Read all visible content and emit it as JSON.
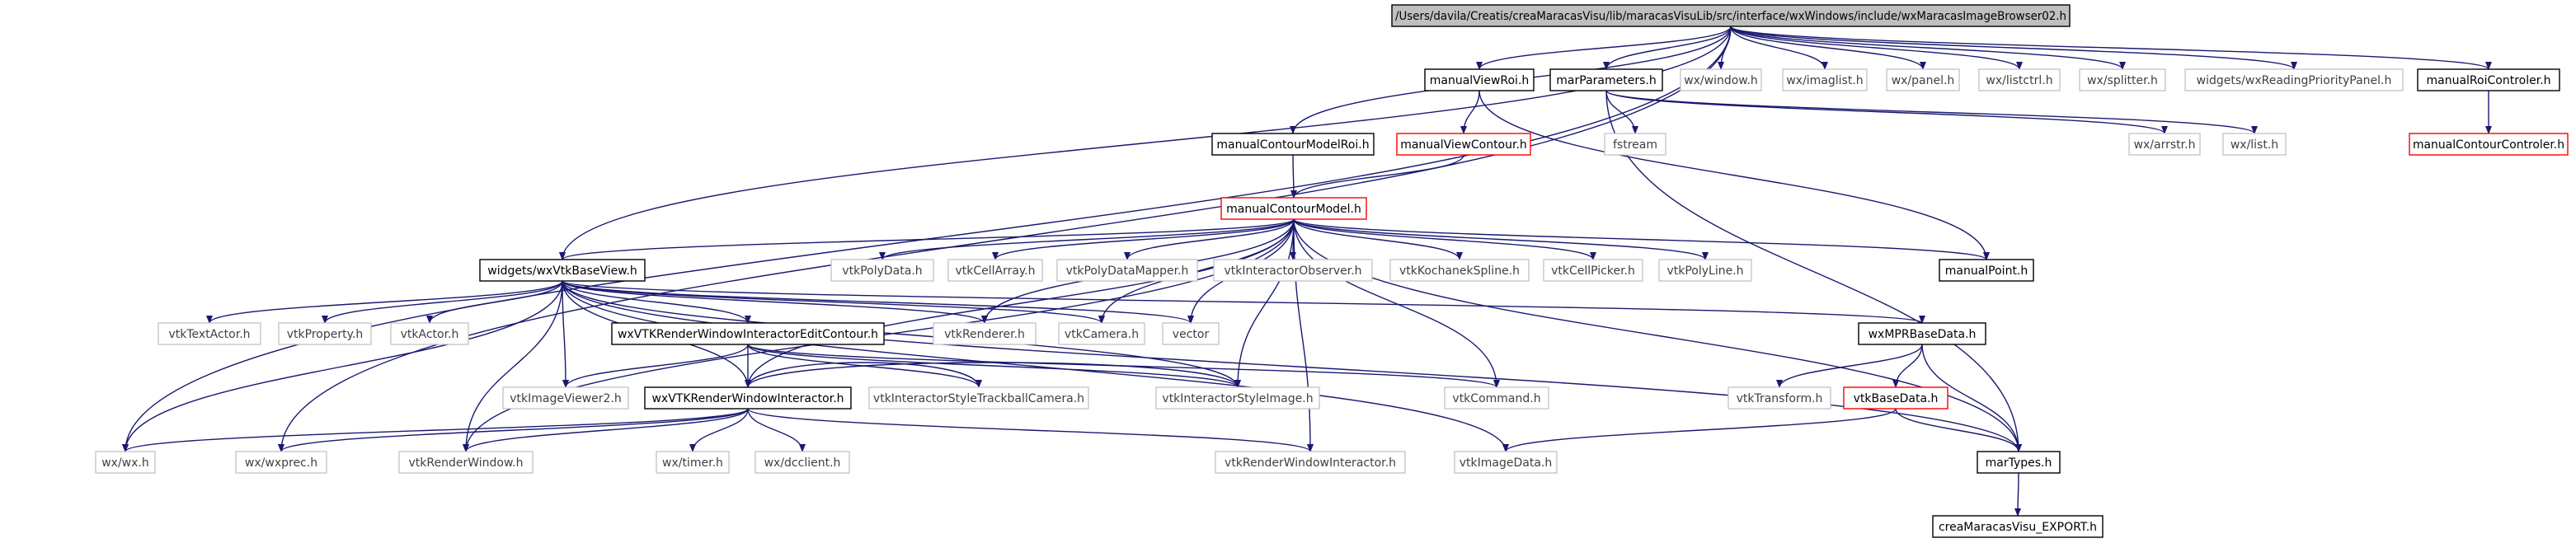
{
  "graph": {
    "colors": {
      "edge": "#191970",
      "border_default": "#bfbfbf",
      "border_doc": "#000000",
      "border_truncated": "#ff0000",
      "text_default": "#404040",
      "text_doc": "#000000",
      "root_fill": "#bfbfbf"
    },
    "nodes": [
      {
        "id": "root",
        "label": "/Users/davila/Creatis/creaMaracasVisu/lib/maracasVisuLib/src/interface/wxWindows/include/wxMaracasImageBrowser02.h",
        "kind": "root"
      },
      {
        "id": "manualViewRoi",
        "label": "manualViewRoi.h",
        "kind": "doc"
      },
      {
        "id": "marParameters",
        "label": "marParameters.h",
        "kind": "doc"
      },
      {
        "id": "wxwindow",
        "label": "wx/window.h",
        "kind": "default"
      },
      {
        "id": "wximaglist",
        "label": "wx/imaglist.h",
        "kind": "default"
      },
      {
        "id": "wxpanel",
        "label": "wx/panel.h",
        "kind": "default"
      },
      {
        "id": "wxlistctrl",
        "label": "wx/listctrl.h",
        "kind": "default"
      },
      {
        "id": "wxsplitter",
        "label": "wx/splitter.h",
        "kind": "default"
      },
      {
        "id": "wxReadingPriority",
        "label": "widgets/wxReadingPriorityPanel.h",
        "kind": "default"
      },
      {
        "id": "manualRoiControler",
        "label": "manualRoiControler.h",
        "kind": "doc"
      },
      {
        "id": "manualViewContour",
        "label": "manualViewContour.h",
        "kind": "truncated"
      },
      {
        "id": "fstream",
        "label": "fstream",
        "kind": "default"
      },
      {
        "id": "wxarrstr",
        "label": "wx/arrstr.h",
        "kind": "default"
      },
      {
        "id": "wxlist",
        "label": "wx/list.h",
        "kind": "default"
      },
      {
        "id": "manualContourControler",
        "label": "manualContourControler.h",
        "kind": "truncated"
      },
      {
        "id": "manualContourModelRoi",
        "label": "manualContourModelRoi.h",
        "kind": "doc"
      },
      {
        "id": "manualContourModel",
        "label": "manualContourModel.h",
        "kind": "truncated"
      },
      {
        "id": "wxVtkBaseView",
        "label": "widgets/wxVtkBaseView.h",
        "kind": "doc"
      },
      {
        "id": "vtkPolyData",
        "label": "vtkPolyData.h",
        "kind": "default"
      },
      {
        "id": "vtkCellArray",
        "label": "vtkCellArray.h",
        "kind": "default"
      },
      {
        "id": "vtkPolyDataMapper",
        "label": "vtkPolyDataMapper.h",
        "kind": "default"
      },
      {
        "id": "vtkInteractorObserver",
        "label": "vtkInteractorObserver.h",
        "kind": "default"
      },
      {
        "id": "vtkKochanekSpline",
        "label": "vtkKochanekSpline.h",
        "kind": "default"
      },
      {
        "id": "vtkCellPicker",
        "label": "vtkCellPicker.h",
        "kind": "default"
      },
      {
        "id": "vtkPolyLine",
        "label": "vtkPolyLine.h",
        "kind": "default"
      },
      {
        "id": "manualPoint",
        "label": "manualPoint.h",
        "kind": "doc"
      },
      {
        "id": "vtkTextActor",
        "label": "vtkTextActor.h",
        "kind": "default"
      },
      {
        "id": "vtkProperty",
        "label": "vtkProperty.h",
        "kind": "default"
      },
      {
        "id": "vtkActor",
        "label": "vtkActor.h",
        "kind": "default"
      },
      {
        "id": "wxVTKRWIEditContour",
        "label": "wxVTKRenderWindowInteractorEditContour.h",
        "kind": "doc"
      },
      {
        "id": "vtkRenderer",
        "label": "vtkRenderer.h",
        "kind": "default"
      },
      {
        "id": "vtkCamera",
        "label": "vtkCamera.h",
        "kind": "default"
      },
      {
        "id": "vector",
        "label": "vector",
        "kind": "default"
      },
      {
        "id": "wxMPRBaseData",
        "label": "wxMPRBaseData.h",
        "kind": "doc"
      },
      {
        "id": "vtkImageViewer2",
        "label": "vtkImageViewer2.h",
        "kind": "default"
      },
      {
        "id": "wxVTKRWI",
        "label": "wxVTKRenderWindowInteractor.h",
        "kind": "doc"
      },
      {
        "id": "vtkISTrackballCamera",
        "label": "vtkInteractorStyleTrackballCamera.h",
        "kind": "default"
      },
      {
        "id": "vtkInteractorStyleImage",
        "label": "vtkInteractorStyleImage.h",
        "kind": "default"
      },
      {
        "id": "vtkCommand",
        "label": "vtkCommand.h",
        "kind": "default"
      },
      {
        "id": "vtkTransform",
        "label": "vtkTransform.h",
        "kind": "default"
      },
      {
        "id": "vtkBaseData",
        "label": "vtkBaseData.h",
        "kind": "truncated"
      },
      {
        "id": "wxwx",
        "label": "wx/wx.h",
        "kind": "default"
      },
      {
        "id": "wxwxprec",
        "label": "wx/wxprec.h",
        "kind": "default"
      },
      {
        "id": "vtkRenderWindow",
        "label": "vtkRenderWindow.h",
        "kind": "default"
      },
      {
        "id": "wxtimer",
        "label": "wx/timer.h",
        "kind": "default"
      },
      {
        "id": "wxdcclient",
        "label": "wx/dcclient.h",
        "kind": "default"
      },
      {
        "id": "vtkRenderWindowInteractor",
        "label": "vtkRenderWindowInteractor.h",
        "kind": "default"
      },
      {
        "id": "vtkImageData",
        "label": "vtkImageData.h",
        "kind": "default"
      },
      {
        "id": "marTypes",
        "label": "marTypes.h",
        "kind": "doc"
      },
      {
        "id": "creaExport",
        "label": "creaMaracasVisu_EXPORT.h",
        "kind": "doc"
      }
    ],
    "edges": [
      [
        "root",
        "wxwx"
      ],
      [
        "root",
        "wxwxprec"
      ],
      [
        "root",
        "wxVtkBaseView"
      ],
      [
        "root",
        "manualContourModelRoi"
      ],
      [
        "root",
        "manualViewRoi"
      ],
      [
        "root",
        "marParameters"
      ],
      [
        "root",
        "wxwindow"
      ],
      [
        "root",
        "wximaglist"
      ],
      [
        "root",
        "wxpanel"
      ],
      [
        "root",
        "wxlistctrl"
      ],
      [
        "root",
        "wxsplitter"
      ],
      [
        "root",
        "wxReadingPriority"
      ],
      [
        "root",
        "manualRoiControler"
      ],
      [
        "manualViewRoi",
        "manualViewContour"
      ],
      [
        "manualViewRoi",
        "manualPoint"
      ],
      [
        "marParameters",
        "fstream"
      ],
      [
        "marParameters",
        "wxarrstr"
      ],
      [
        "marParameters",
        "wxlist"
      ],
      [
        "marParameters",
        "marTypes"
      ],
      [
        "manualRoiControler",
        "manualContourControler"
      ],
      [
        "manualViewContour",
        "manualContourModel"
      ],
      [
        "manualContourModelRoi",
        "manualContourModel"
      ],
      [
        "manualContourModel",
        "wxVtkBaseView"
      ],
      [
        "manualContourModel",
        "vtkPolyData"
      ],
      [
        "manualContourModel",
        "vtkCellArray"
      ],
      [
        "manualContourModel",
        "vtkPolyDataMapper"
      ],
      [
        "manualContourModel",
        "vtkInteractorObserver"
      ],
      [
        "manualContourModel",
        "vtkKochanekSpline"
      ],
      [
        "manualContourModel",
        "vtkCellPicker"
      ],
      [
        "manualContourModel",
        "vtkPolyLine"
      ],
      [
        "manualContourModel",
        "manualPoint"
      ],
      [
        "manualContourModel",
        "vtkRenderer"
      ],
      [
        "manualContourModel",
        "vtkCamera"
      ],
      [
        "manualContourModel",
        "vector"
      ],
      [
        "manualContourModel",
        "wxVTKRWI"
      ],
      [
        "manualContourModel",
        "vtkInteractorStyleImage"
      ],
      [
        "manualContourModel",
        "vtkCommand"
      ],
      [
        "manualContourModel",
        "vtkRenderWindowInteractor"
      ],
      [
        "manualContourModel",
        "marTypes"
      ],
      [
        "manualContourModel",
        "vtkRenderWindow"
      ],
      [
        "wxVtkBaseView",
        "vtkTextActor"
      ],
      [
        "wxVtkBaseView",
        "vtkProperty"
      ],
      [
        "wxVtkBaseView",
        "vtkActor"
      ],
      [
        "wxVtkBaseView",
        "wxVTKRWIEditContour"
      ],
      [
        "wxVtkBaseView",
        "vtkRenderer"
      ],
      [
        "wxVtkBaseView",
        "vtkCamera"
      ],
      [
        "wxVtkBaseView",
        "vector"
      ],
      [
        "wxVtkBaseView",
        "wxMPRBaseData"
      ],
      [
        "wxVtkBaseView",
        "marTypes"
      ],
      [
        "wxVtkBaseView",
        "vtkImageViewer2"
      ],
      [
        "wxVtkBaseView",
        "wxVTKRWI"
      ],
      [
        "wxVtkBaseView",
        "vtkRenderWindow"
      ],
      [
        "wxVtkBaseView",
        "wxwx"
      ],
      [
        "wxVtkBaseView",
        "vtkInteractorStyleImage"
      ],
      [
        "wxVtkBaseView",
        "vtkImageData"
      ],
      [
        "wxVTKRWIEditContour",
        "vtkImageViewer2"
      ],
      [
        "wxVTKRWIEditContour",
        "wxVTKRWI"
      ],
      [
        "wxVTKRWIEditContour",
        "vtkInteractorStyleImage"
      ],
      [
        "wxVTKRWIEditContour",
        "vtkCommand"
      ],
      [
        "wxVTKRWIEditContour",
        "vtkISTrackballCamera"
      ],
      [
        "wxVTKRWI",
        "wxwx"
      ],
      [
        "wxVTKRWI",
        "wxwxprec"
      ],
      [
        "wxVTKRWI",
        "vtkRenderWindow"
      ],
      [
        "wxVTKRWI",
        "wxtimer"
      ],
      [
        "wxVTKRWI",
        "wxdcclient"
      ],
      [
        "wxVTKRWI",
        "vtkRenderWindowInteractor"
      ],
      [
        "wxVTKRWI",
        "vtkISTrackballCamera"
      ],
      [
        "wxVTKRWI",
        "vtkInteractorStyleImage"
      ],
      [
        "wxMPRBaseData",
        "vtkTransform"
      ],
      [
        "wxMPRBaseData",
        "vtkBaseData"
      ],
      [
        "wxMPRBaseData",
        "marTypes"
      ],
      [
        "vtkBaseData",
        "marTypes"
      ],
      [
        "vtkBaseData",
        "vtkImageData"
      ],
      [
        "marTypes",
        "creaExport"
      ]
    ]
  }
}
